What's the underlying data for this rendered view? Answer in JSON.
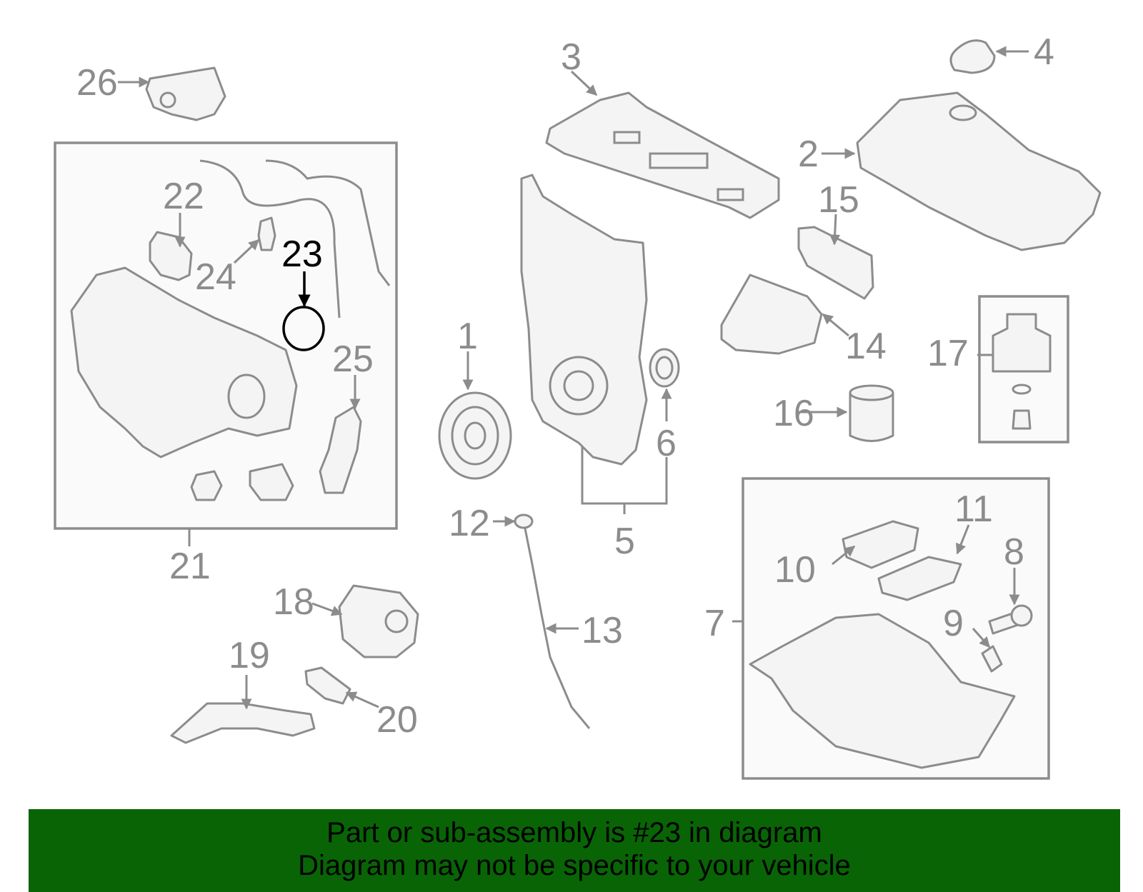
{
  "highlighted_part": "23",
  "colors": {
    "line": "#8c8c8c",
    "highlight": "#000000",
    "banner": "#096406",
    "banner_text": "#000000"
  },
  "callouts": [
    {
      "id": "1",
      "label": "1"
    },
    {
      "id": "2",
      "label": "2"
    },
    {
      "id": "3",
      "label": "3"
    },
    {
      "id": "4",
      "label": "4"
    },
    {
      "id": "5",
      "label": "5"
    },
    {
      "id": "6",
      "label": "6"
    },
    {
      "id": "7",
      "label": "7"
    },
    {
      "id": "8",
      "label": "8"
    },
    {
      "id": "9",
      "label": "9"
    },
    {
      "id": "10",
      "label": "10"
    },
    {
      "id": "11",
      "label": "11"
    },
    {
      "id": "12",
      "label": "12"
    },
    {
      "id": "13",
      "label": "13"
    },
    {
      "id": "14",
      "label": "14"
    },
    {
      "id": "15",
      "label": "15"
    },
    {
      "id": "16",
      "label": "16"
    },
    {
      "id": "17",
      "label": "17"
    },
    {
      "id": "18",
      "label": "18"
    },
    {
      "id": "19",
      "label": "19"
    },
    {
      "id": "20",
      "label": "20"
    },
    {
      "id": "21",
      "label": "21"
    },
    {
      "id": "22",
      "label": "22"
    },
    {
      "id": "23",
      "label": "23"
    },
    {
      "id": "24",
      "label": "24"
    },
    {
      "id": "25",
      "label": "25"
    },
    {
      "id": "26",
      "label": "26"
    }
  ],
  "banner": {
    "line1": "Part or sub-assembly is #23 in diagram",
    "line2": "Diagram may not be specific to your vehicle"
  }
}
